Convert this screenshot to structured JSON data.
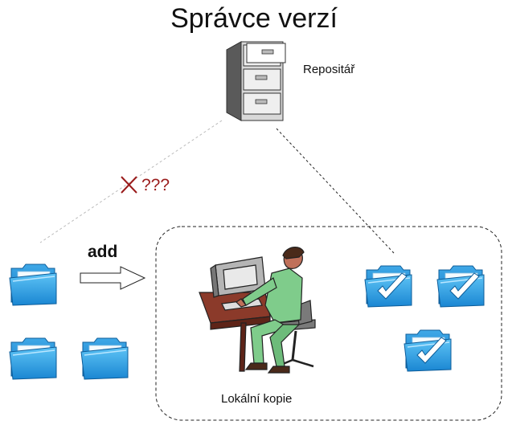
{
  "title": "Správce verzí",
  "repository": {
    "label": "Repositář",
    "icon": "filing-cabinet-icon"
  },
  "error": {
    "label": "???",
    "icon": "red-x-icon",
    "color": "#9a1b1b"
  },
  "add_action": {
    "label": "add",
    "icon": "right-arrow-icon"
  },
  "workspace": {
    "label": "Lokální kopie",
    "icon": "person-at-computer-icon"
  },
  "untracked_folders": {
    "count": 3,
    "icon": "blue-folder-icon"
  },
  "tracked_folders": {
    "count": 3,
    "icon": "blue-folder-checkmark-icon"
  }
}
